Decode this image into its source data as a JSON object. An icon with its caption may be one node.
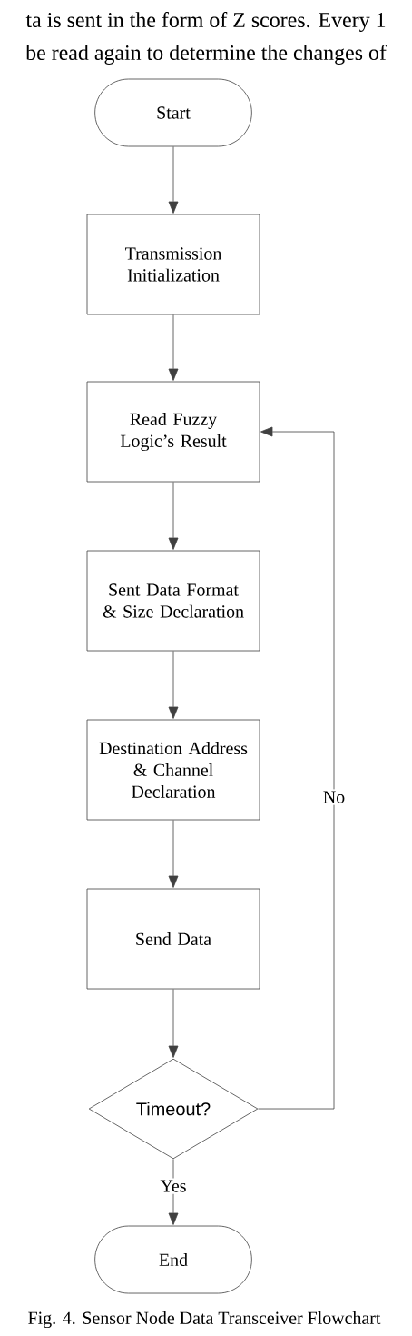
{
  "diagram": {
    "caption": "Fig. 4. Sensor Node Data Transceiver Flowchart",
    "nodes": [
      {
        "text": [
          "Start"
        ]
      },
      {
        "text": [
          "Transmission Initialization"
        ]
      },
      {
        "text": [
          "Read Fuzzy Logic’s Result"
        ]
      },
      {
        "text": [
          "Sent Data Format & Size Declaration"
        ]
      },
      {
        "text": [
          "Destination Address & Channel Declaration"
        ]
      },
      {
        "text": [
          "Send Data"
        ]
      },
      {
        "text": [
          "Timeout?"
        ]
      },
      {
        "text": [
          "End"
        ]
      }
    ],
    "edges": [
      {
        "from": 0,
        "to": 1,
        "arrow": "to"
      },
      {
        "from": 1,
        "to": 2,
        "arrow": "to"
      },
      {
        "from": 2,
        "to": 3,
        "arrow": "to"
      },
      {
        "from": 3,
        "to": 4,
        "arrow": "to"
      },
      {
        "from": 4,
        "to": 5,
        "arrow": "to"
      },
      {
        "from": 5,
        "to": 6,
        "arrow": "to"
      },
      {
        "from": 6,
        "to": 7,
        "arrow": "to",
        "label": "Yes"
      },
      {
        "from": 6,
        "to": 2,
        "arrow": "to",
        "label": "No"
      }
    ],
    "labels": [
      "ta is sent in the form of Z scores. Every 1",
      "be read again to determine the changes of"
    ]
  }
}
